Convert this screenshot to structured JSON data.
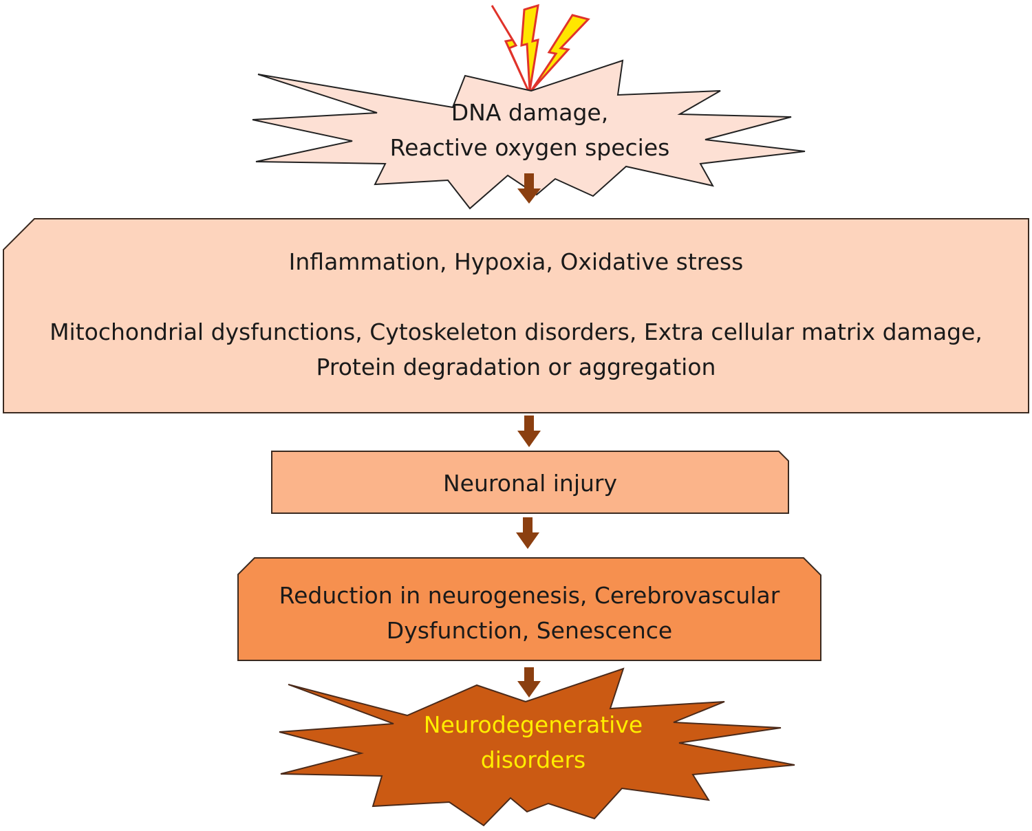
{
  "diagram": {
    "top_burst": {
      "lines": [
        "DNA damage,",
        "Reactive oxygen species"
      ],
      "fill": "#fde0d4",
      "stroke": "#222222"
    },
    "lightning_icon": "lightning-bolts-icon",
    "box1": {
      "line1": "Inflammation, Hypoxia, Oxidative stress",
      "line2": "Mitochondrial dysfunctions, Cytoskeleton disorders, Extra cellular matrix damage,",
      "line3": "Protein degradation or aggregation",
      "fill": "#fdd4bd"
    },
    "box2": {
      "text": "Neuronal injury",
      "fill": "#fbb48a"
    },
    "box3": {
      "line1": "Reduction in neurogenesis, Cerebrovascular",
      "line2": "Dysfunction, Senescence",
      "fill": "#f6904f"
    },
    "bottom_burst": {
      "lines": [
        "Neurodegenerative",
        "disorders"
      ],
      "fill": "#cb5a13",
      "text_color": "#ffee00"
    },
    "arrow_color": "#8b3f10",
    "border_color": "#4a2a1a"
  }
}
